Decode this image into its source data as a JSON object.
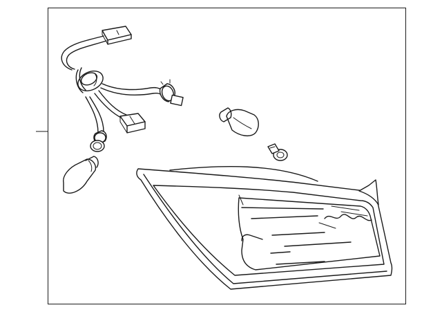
{
  "diagram": {
    "background_color": "#ffffff",
    "line_color": "#1a1a1a",
    "parts": [
      "wire-harness",
      "connector-top",
      "connector-middle",
      "bulb-socket-right",
      "bulb-socket-left",
      "wedge-bulb-left",
      "wedge-bulb-right",
      "push-clip",
      "tail-lamp-assembly"
    ]
  }
}
